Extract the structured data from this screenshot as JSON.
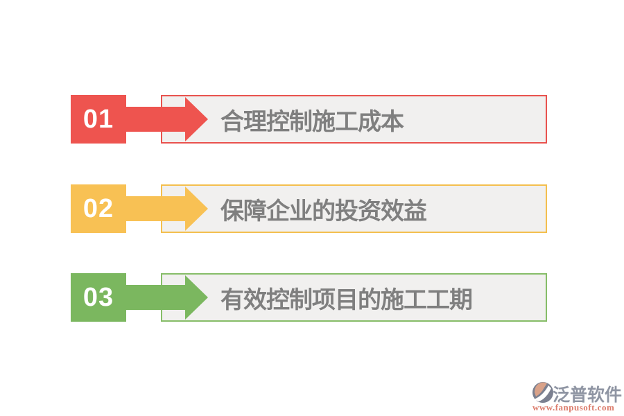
{
  "page": {
    "background": "#ffffff"
  },
  "box": {
    "background": "#f1f0ef",
    "text_color": "#7f7f7f"
  },
  "items": [
    {
      "number": "01",
      "label": "合理控制施工成本",
      "color": "#ee544f",
      "border_color": "#e9524e"
    },
    {
      "number": "02",
      "label": "保障企业的投资效益",
      "color": "#f8c154",
      "border_color": "#f4bf4e"
    },
    {
      "number": "03",
      "label": "有效控制项目的施工工期",
      "color": "#7bb75f",
      "border_color": "#86bd68"
    }
  ],
  "logo": {
    "name": "泛普软件",
    "url": "www.fanpusoft.com",
    "name_color": "#8f95a3",
    "url_color": "#dc7c6c",
    "icon": "fanpu-circle-logo",
    "icon_circle_color": "#7b8090",
    "icon_accent_color": "#d9a289"
  }
}
